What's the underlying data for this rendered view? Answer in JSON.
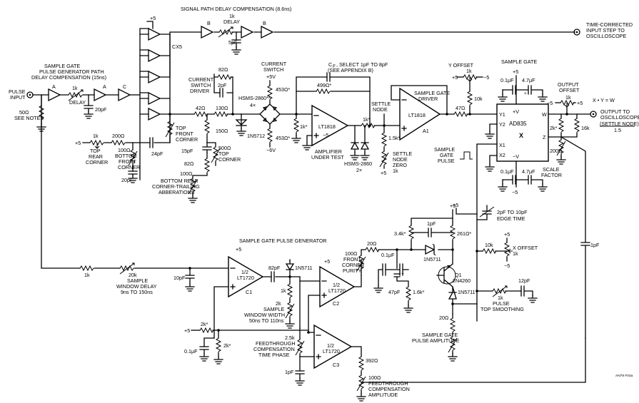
{
  "labels": {
    "sig_delay_title": "SIGNAL PATH DELAY COMPENSATION (8.6ns)",
    "b1": "B",
    "b2": "B",
    "delay_1k_top": "1k",
    "delay_top": "DELAY",
    "c_5pf": "5pF",
    "time_out_1": "TIME-CORRECTED",
    "time_out_2": "INPUT STEP TO",
    "time_out_3": "OSCILLOSCOPE",
    "p5_cx5": "+5",
    "cx5": "CX5",
    "sg_path_1": "SAMPLE GATE",
    "sg_path_2": "PULSE GENERATOR PATH",
    "sg_path_3": "DELAY COMPENSATION (15ns)",
    "pulse_in_1": "PULSE",
    "pulse_in_2": "INPUT",
    "r50_1": "50Ω",
    "r50_2": "SEE NOTES",
    "ga": "A",
    "gb": "A",
    "gc": "C",
    "r1k_dly": "1k",
    "dly": "DELAY",
    "c20pf_a": "20pF",
    "r1k_trc": "1k",
    "p5_trc": "+5",
    "trc_1": "TOP",
    "trc_2": "REAR",
    "trc_3": "CORNER",
    "r200": "200Ω",
    "r100_bfc_1": "100Ω",
    "r100_bfc_2": "BOTTOM",
    "r100_bfc_3": "FRONT",
    "r100_bfc_4": "CORNER",
    "c20pf_b": "20pF",
    "c24pf": "24pF",
    "r82_a": "82Ω",
    "c2pf": "2pF",
    "csd_1": "CURRENT",
    "csd_2": "SWITCH",
    "csd_3": "DRIVER",
    "r42": "42Ω",
    "r130": "130Ω",
    "tfc_1": "TOP",
    "tfc_2": "FRONT",
    "tfc_3": "CORNER",
    "r150": "150Ω",
    "c15pf": "15pF",
    "r500_1": "500Ω",
    "r500_2": "TOP",
    "r500_3": "CORNER",
    "r82_b": "82Ω",
    "r100_br": "100Ω",
    "br_1": "BOTTOM REAR",
    "br_2": "CORNER-TRAILING",
    "br_3": "ABBERATIONS",
    "in5712": "1N5712",
    "hsms_a": "HSMS-2860**",
    "cs_1": "CURRENT",
    "cs_2": "SWITCH",
    "p5_cs": "+5V",
    "x4": "4×",
    "r453_a": "453Ω*",
    "r453_b": "453Ω*",
    "m6v": "−6V",
    "cf_1": "C",
    "cf_sub": "F",
    "cf_2": ", SELECT 1pF TO 8pF",
    "cf_3": "(SEE APPENDIX B)",
    "r499": "499Ω*",
    "r1k_star_a": "1k*",
    "m5_a": "−5",
    "lt1818_a": "LT1818",
    "aut_1": "AMPLIFIER",
    "aut_2": "UNDER TEST",
    "r1k_star_b": "1k*",
    "sn_1": "SETTLE",
    "sn_2": "NODE",
    "r1_5k": "1.5k*",
    "hsms_b": "HSMS-2860",
    "x2": "2×",
    "snz_1": "SETTLE",
    "snz_2": "NODE",
    "snz_3": "ZERO",
    "snz_4": "1k",
    "p5_snz": "+5",
    "sgd_1": "SAMPLE GATE",
    "sgd_2": "DRIVER",
    "lt1818_b": "LT1818",
    "a1": "A1",
    "r47": "47Ω",
    "yoff": "Y OFFSET",
    "yoff_1k": "1k",
    "p5_y": "+5",
    "m5_y": "−5",
    "r10k_y": "10k",
    "sg_top": "SAMPLE GATE",
    "c01_a": "0.1μF",
    "c47_a": "4.7μF",
    "p5_ad": "+5",
    "ad_pv": "+V",
    "ad_mv": "−V",
    "ad_y1": "Y1",
    "ad_y2": "Y2",
    "ad_x1": "X1",
    "ad_x2": "X2",
    "ad_w": "W",
    "ad_z": "Z",
    "ad_name": "AD835",
    "ad_x": "X",
    "oo_1": "OUTPUT",
    "oo_2": "OFFSET",
    "oo_3": "1k",
    "m5_oo": "−5",
    "p5_oo": "+5",
    "xyw": "X • Y = W",
    "out_1": "OUTPUT TO",
    "out_2": "OSCILLOSCOPE",
    "out_3": "(SETTLE NODE)",
    "out_4": "1.5",
    "r2k": "2k*",
    "r16k": "16k",
    "r200_sf": "200Ω",
    "sf_1": "SCALE",
    "sf_2": "FACTOR",
    "sgp_1": "SAMPLE",
    "sgp_2": "GATE",
    "sgp_3": "PULSE",
    "c01_b": "0.1μF",
    "c47_b": "4.7μF",
    "m5_ad": "−5",
    "et_1": "2pF TO 10pF",
    "et_2": "EDGE TIME",
    "p5_et": "+5",
    "r10k_x": "10k",
    "xoff": "X OFFSET",
    "xoff_1k": "1k",
    "p5_x": "+5",
    "m5_x": "−5",
    "c1pf_r": "1pF",
    "r1k_sw": "1k",
    "r20k": "20k",
    "swd_1": "SAMPLE",
    "swd_2": "WINDOW DELAY",
    "swd_3": "9ns TO 150ns",
    "c10pf": "10pF",
    "sgpg": "SAMPLE GATE PULSE GENERATOR",
    "p5_c1": "+5",
    "lt1720_c1_a": "1/2",
    "lt1720_c1_b": "LT1720",
    "c1": "C1",
    "c82pf": "82pF",
    "in5711_a": "1N5711",
    "r1k_ww": "1k",
    "sww_1": "2k",
    "sww_2": "SAMPLE",
    "sww_3": "WINDOW WIDTH",
    "sww_4": "50ns TO 110ns",
    "p5_c2": "+5",
    "lt1720_c2_a": "1/2",
    "lt1720_c2_b": "LT1720",
    "c2": "C2",
    "r100_fc": "100Ω",
    "fcp_1": "FRONT",
    "fcp_2": "CORNER",
    "fcp_3": "PURITY",
    "r20_a": "20Ω",
    "c01_c": "0.1μF",
    "c47pf": "47pF",
    "r1_6k": "1.6k*",
    "r3_4k": "3.4k*",
    "c1pf_q": "1pF",
    "r261": "261Ω*",
    "in5711_b": "1N5711",
    "p5_q": "+5",
    "q1_1": "Q1",
    "q1_2": "2N4260",
    "in5711_c": "1N5711",
    "r1k_pts": "1k",
    "c12pf": "12pF",
    "pts_1": "PULSE",
    "pts_2": "TOP SMOOTHING",
    "r20_b": "20Ω",
    "sgpa_1": "SAMPLE GATE",
    "sgpa_2": "PULSE AMPLITUDE",
    "p5_l": "+5",
    "r2k_a": "2k*",
    "r2k_b": "2k*",
    "c01_d": "0.1μF",
    "r2_5k": "2.5k",
    "ftc_1": "FEEDTHROUGH",
    "ftc_2": "COMPENSATION",
    "ftc_3": "TIME PHASE",
    "c1pf_b": "1pF",
    "lt1720_c3_a": "1/2",
    "lt1720_c3_b": "LT1720",
    "c3": "C3",
    "r392": "392Ω",
    "ftca_1": "100Ω",
    "ftca_2": "FEEDTHROUGH",
    "ftca_3": "COMPENSATION",
    "ftca_4": "AMPLITUDE",
    "fig_id": "AN79 F03a"
  }
}
